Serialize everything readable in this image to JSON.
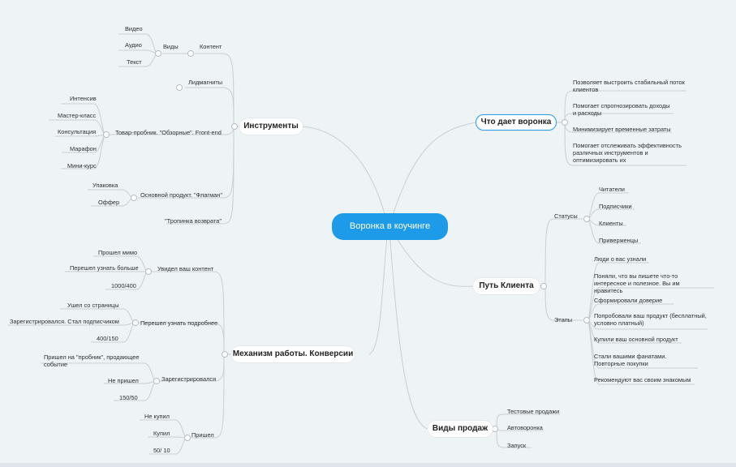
{
  "colors": {
    "root": "#1e9be8",
    "link": "#c9cfd5",
    "text": "#2b2f33",
    "selected_border": "#2aa1ec"
  },
  "root": "Воронка в коучинге",
  "branches": {
    "instruments": "Инструменты",
    "mechanism": "Механизм работы. Конверсии",
    "gives": "Что дает воронка",
    "path": "Путь Клиента",
    "sales": "Виды продаж"
  },
  "instruments": {
    "content": "Контент",
    "types": "Виды",
    "video": "Видео",
    "audio": "Аудио",
    "text": "Текст",
    "leadmagnets": "Лидмагниты",
    "tripwire": "Товар-пробник. \"Обзорные\". Front-end",
    "intensive": "Интенсив",
    "masterclass": "Мастер-класс",
    "consultation": "Консультация",
    "marathon": "Марафон",
    "minicourse": "Мини-курс",
    "main_product": "Основной продукт. \"Флагман\"",
    "package": "Упаковка",
    "offer": "Оффер",
    "return_path": "\"Тропинка возврата\""
  },
  "mechanism": {
    "saw": "Увидел ваш контент",
    "passed": "Прошел мимо",
    "learn_more": "Перешел узнать больше",
    "r1": "1000/400",
    "went_learn": "Перешел узнать подробнее",
    "left_page": "Ушел со страницы",
    "registered_sub": "Зарегистрировался. Стал подписчиком",
    "r2": "400/150",
    "registered": "Зарегистрировался",
    "came_trial": "Пришел на \"пробник\", продающее событие",
    "not_came": "Не пришел",
    "r3": "150/50",
    "came": "Пришел",
    "not_bought": "Не купил",
    "bought": "Купил",
    "r4": "50/ 10"
  },
  "gives": {
    "g1": "Позволяет выстроить стабильный поток клиентов",
    "g2": "Помогает спрогнозировать доходы и расходы",
    "g3": "Минимизирует временные затраты",
    "g4": "Помогает отслеживать эффективность различных инструментов и оптимизировать их"
  },
  "path": {
    "statuses": "Статусы",
    "readers": "Читатели",
    "subscribers": "Подписчики",
    "clients": "Клиенты",
    "adherents": "Приверженцы",
    "stages": "Этапы",
    "s1": "Люди о вас узнали",
    "s2": "Поняли, что вы пишете что-то интересное и полезное. Вы им нравитесь",
    "s3": "Сформировали доверие",
    "s4": "Попробовали ваш продукт (бесплатный, условно платный)",
    "s5": "Купили ваш основной продукт",
    "s6": "Стали вашими фанатами. Повторные покупки",
    "s7": "Рекомендуют вас своим знакомым"
  },
  "sales": {
    "test": "Тестовые продажи",
    "auto": "Автоворонка",
    "launch": "Запуск"
  }
}
